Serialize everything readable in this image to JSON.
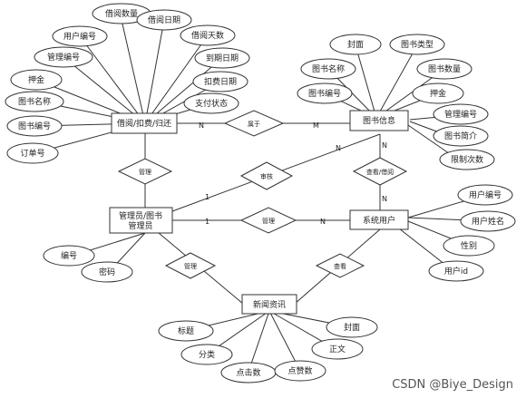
{
  "entities": {
    "borrow": "借阅/扣费/归还",
    "book": "图书信息",
    "admin": "管理员/图书管理员",
    "user": "系统用户",
    "news": "新闻资讯"
  },
  "relationships": {
    "belongs": "属于",
    "manage_left": "管理",
    "manage_mid": "管理",
    "manage_news": "管理",
    "audit": "审核",
    "view_borrow": "查看/借阅",
    "view_news": "查看"
  },
  "cardinalities": {
    "borrow_belongs": "N",
    "belongs_book": "M",
    "audit_admin": "1",
    "audit_book": "N",
    "book_view": "N",
    "view_user": "N",
    "admin_manage": "1",
    "manage_user": "N"
  },
  "attributes": {
    "borrow": [
      "借阅数量",
      "用户编号",
      "借阅日期",
      "管理编号",
      "借阅天数",
      "到期日期",
      "押金",
      "扣费日期",
      "图书名称",
      "支付状态",
      "图书编号",
      "订单号"
    ],
    "book": [
      "封面",
      "图书类型",
      "图书名称",
      "图书数量",
      "图书编号",
      "押金",
      "管理编号",
      "图书简介",
      "限制次数"
    ],
    "admin": [
      "编号",
      "密码"
    ],
    "user": [
      "用户编号",
      "用户姓名",
      "性别",
      "用户id"
    ],
    "news": [
      "标题",
      "封面",
      "分类",
      "正文",
      "点击数",
      "点赞数"
    ]
  },
  "watermark": "CSDN @Biye_Design"
}
